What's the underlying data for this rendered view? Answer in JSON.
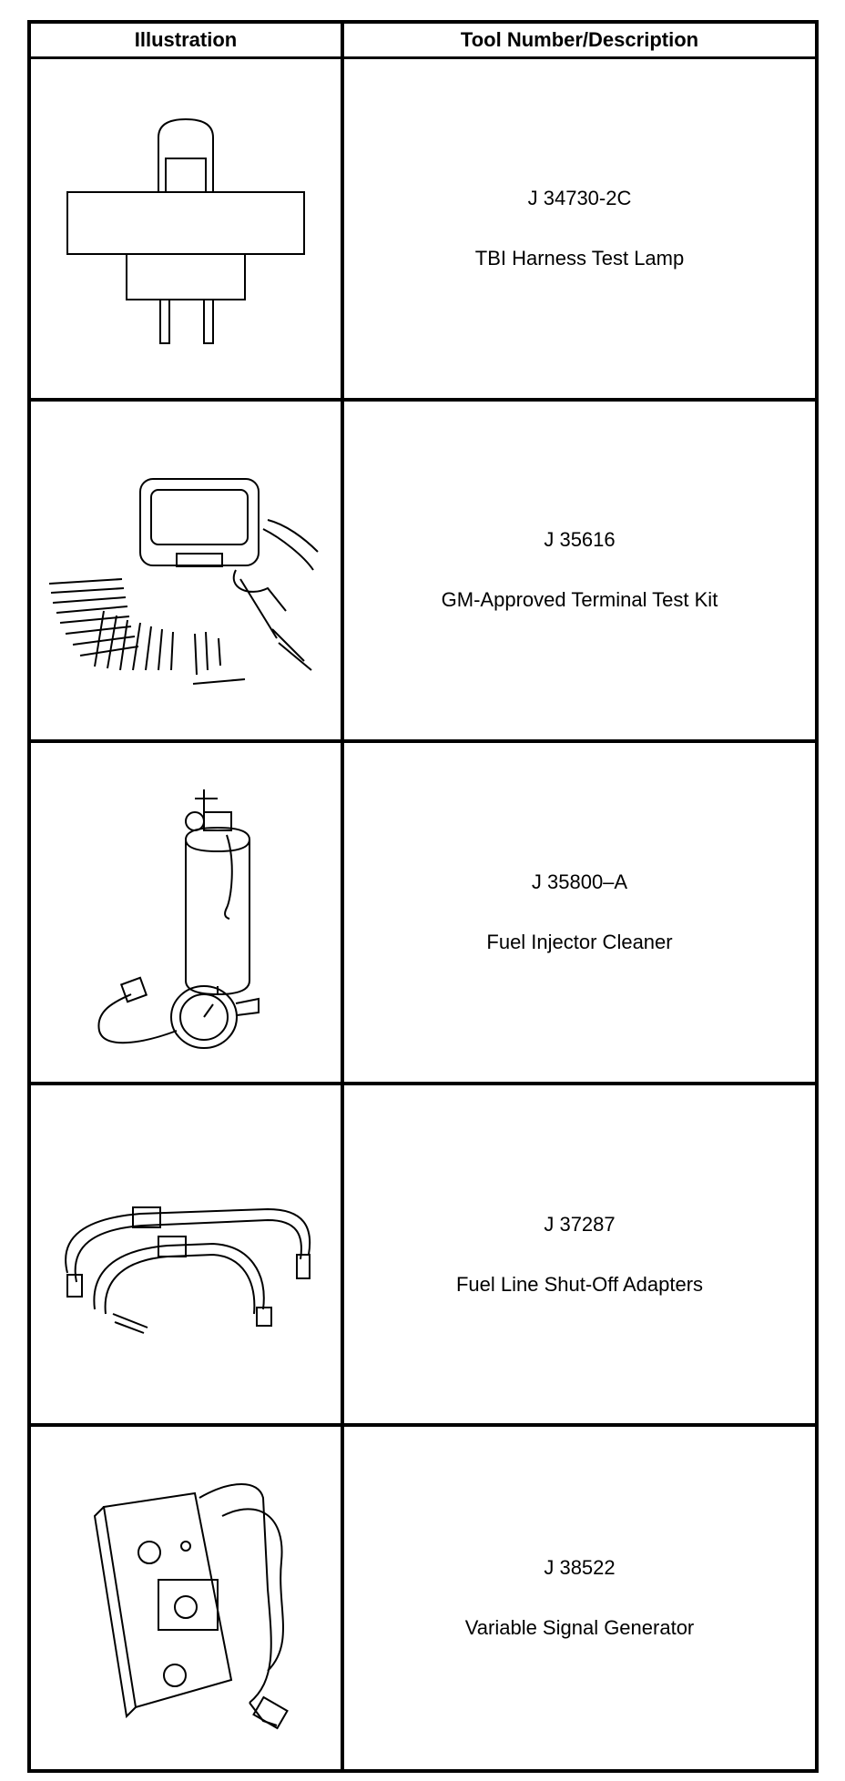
{
  "table": {
    "headers": [
      "Illustration",
      "Tool Number/Description"
    ],
    "rows": [
      {
        "tool_number": "J 34730-2C",
        "description": "TBI Harness Test Lamp",
        "icon": "test-lamp-icon"
      },
      {
        "tool_number": "J 35616",
        "description": "GM-Approved Terminal Test Kit",
        "icon": "terminal-test-kit-icon"
      },
      {
        "tool_number": "J 35800–A",
        "description": "Fuel Injector Cleaner",
        "icon": "fuel-injector-cleaner-icon"
      },
      {
        "tool_number": "J 37287",
        "description": "Fuel Line Shut-Off Adapters",
        "icon": "shutoff-adapters-icon"
      },
      {
        "tool_number": "J 38522",
        "description": "Variable Signal Generator",
        "icon": "signal-generator-icon"
      }
    ]
  }
}
